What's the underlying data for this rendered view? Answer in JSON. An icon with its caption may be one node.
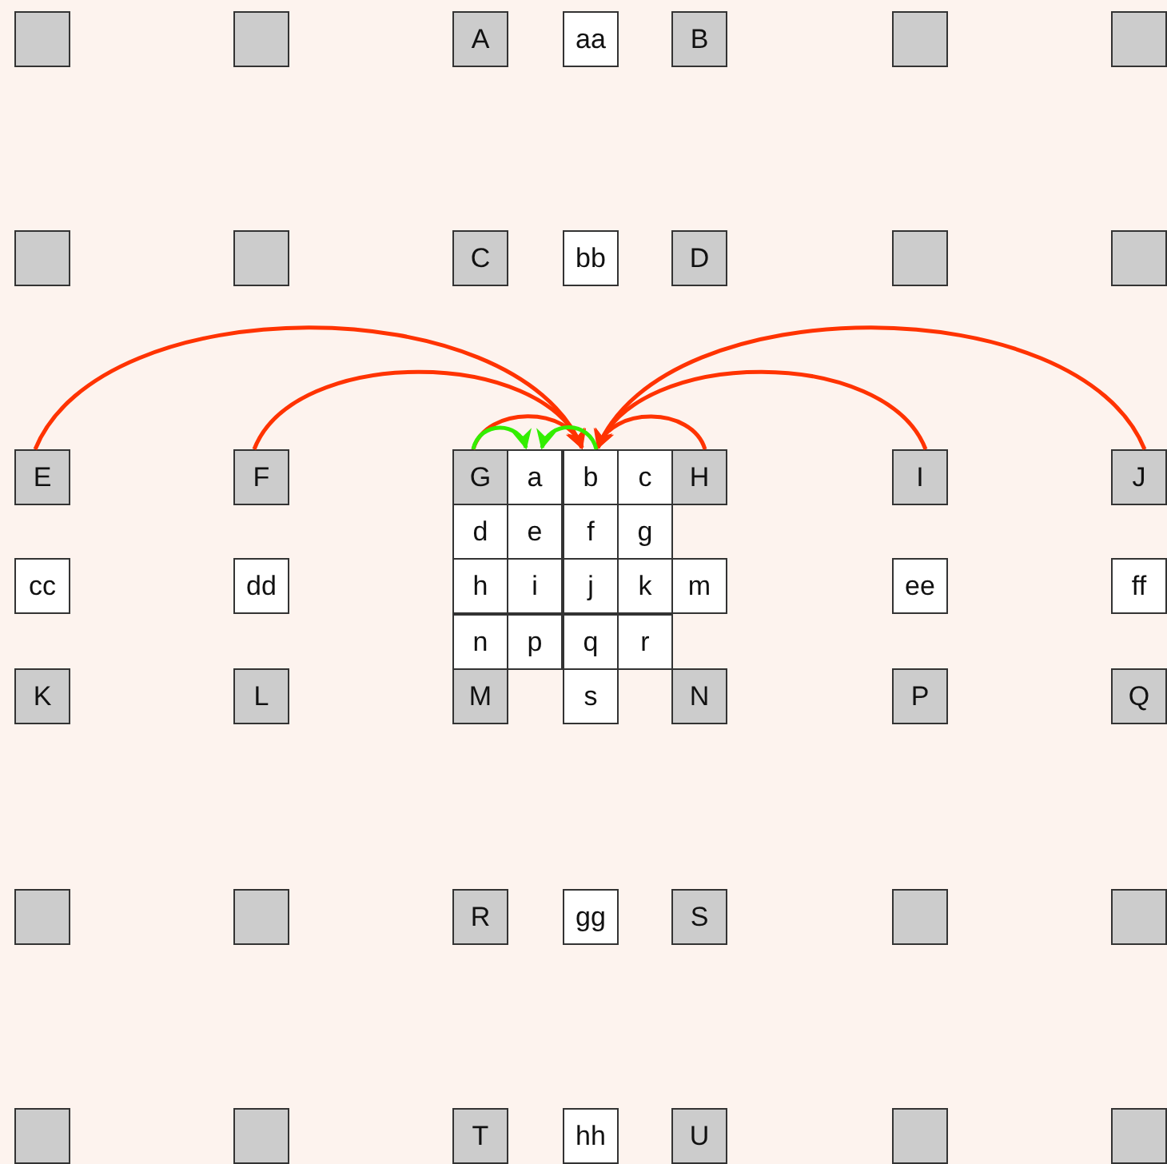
{
  "diagram": {
    "nodes": [
      {
        "text": [],
        "shape": "box"
      },
      {
        "text": [],
        "shape": "box"
      },
      {
        "text": [
          "A"
        ]
      },
      {
        "text": [
          "aa"
        ]
      },
      {
        "text": [
          "B"
        ]
      },
      {
        "text": [],
        "shape": "box"
      },
      {
        "text": [],
        "shape": "box"
      },
      {
        "text": [],
        "shape": "box"
      },
      {
        "text": [],
        "shape": "box"
      },
      {
        "text": [
          "C"
        ]
      },
      {
        "text": [
          "bb"
        ]
      },
      {
        "text": [
          "D"
        ]
      },
      {
        "text": [],
        "shape": "box"
      },
      {
        "text": [],
        "shape": "box"
      },
      {
        "text": [
          "E"
        ]
      },
      {
        "text": [
          "F"
        ]
      },
      {
        "text": [
          "G"
        ]
      },
      {
        "text": [
          "a"
        ]
      },
      {
        "text": [
          "b"
        ]
      },
      {
        "text": [
          "c"
        ]
      },
      {
        "text": [
          "H"
        ]
      },
      {
        "text": [
          "I"
        ]
      },
      {
        "text": [
          "J"
        ]
      },
      {
        "text": [
          "d"
        ]
      },
      {
        "text": [
          "e"
        ]
      },
      {
        "text": [
          "f"
        ]
      },
      {
        "text": [
          "g"
        ]
      },
      {
        "text": [
          "cc"
        ]
      },
      {
        "text": [
          "dd"
        ]
      },
      {
        "text": [
          "h"
        ]
      },
      {
        "text": [
          "i"
        ]
      },
      {
        "text": [
          "j"
        ]
      },
      {
        "text": [
          "k"
        ]
      },
      {
        "text": [
          "m"
        ]
      },
      {
        "text": [
          "ee"
        ]
      },
      {
        "text": [
          "ff"
        ]
      },
      {
        "text": [
          "n"
        ]
      },
      {
        "text": [
          "p"
        ]
      },
      {
        "text": [
          "q"
        ]
      },
      {
        "text": [
          "r"
        ]
      },
      {
        "text": [
          "K"
        ]
      },
      {
        "text": [
          "L"
        ]
      },
      {
        "text": [
          "M"
        ]
      },
      {
        "text": [
          "s"
        ]
      },
      {
        "text": [
          "N"
        ]
      },
      {
        "text": [
          "P"
        ]
      },
      {
        "text": [
          "Q"
        ]
      },
      {
        "text": [],
        "shape": "box"
      },
      {
        "text": [],
        "shape": "box"
      },
      {
        "text": [
          "R"
        ]
      },
      {
        "text": [
          "gg"
        ]
      },
      {
        "text": [
          "S"
        ]
      },
      {
        "text": [],
        "shape": "box"
      },
      {
        "text": [],
        "shape": "box"
      },
      {
        "text": [],
        "shape": "box"
      },
      {
        "text": [],
        "shape": "box"
      },
      {
        "text": [
          "T"
        ]
      },
      {
        "text": [
          "hh"
        ]
      },
      {
        "text": [
          "U"
        ]
      },
      {
        "text": [],
        "shape": "box"
      },
      {
        "text": [],
        "shape": "box"
      }
    ],
    "edges": [
      {
        "from": 14,
        "to": 18,
        "arrow": "to"
      },
      {
        "from": 15,
        "to": 18,
        "arrow": "to"
      },
      {
        "from": 16,
        "to": 18,
        "arrow": "to"
      },
      {
        "from": 20,
        "to": 18,
        "arrow": "to"
      },
      {
        "from": 21,
        "to": 18,
        "arrow": "to"
      },
      {
        "from": 22,
        "to": 18,
        "arrow": "to"
      },
      {
        "from": 16,
        "to": 17,
        "arrow": "to",
        "color": "#33ee00"
      },
      {
        "from": 18,
        "to": 17,
        "arrow": "to",
        "color": "#33ee00"
      }
    ]
  }
}
